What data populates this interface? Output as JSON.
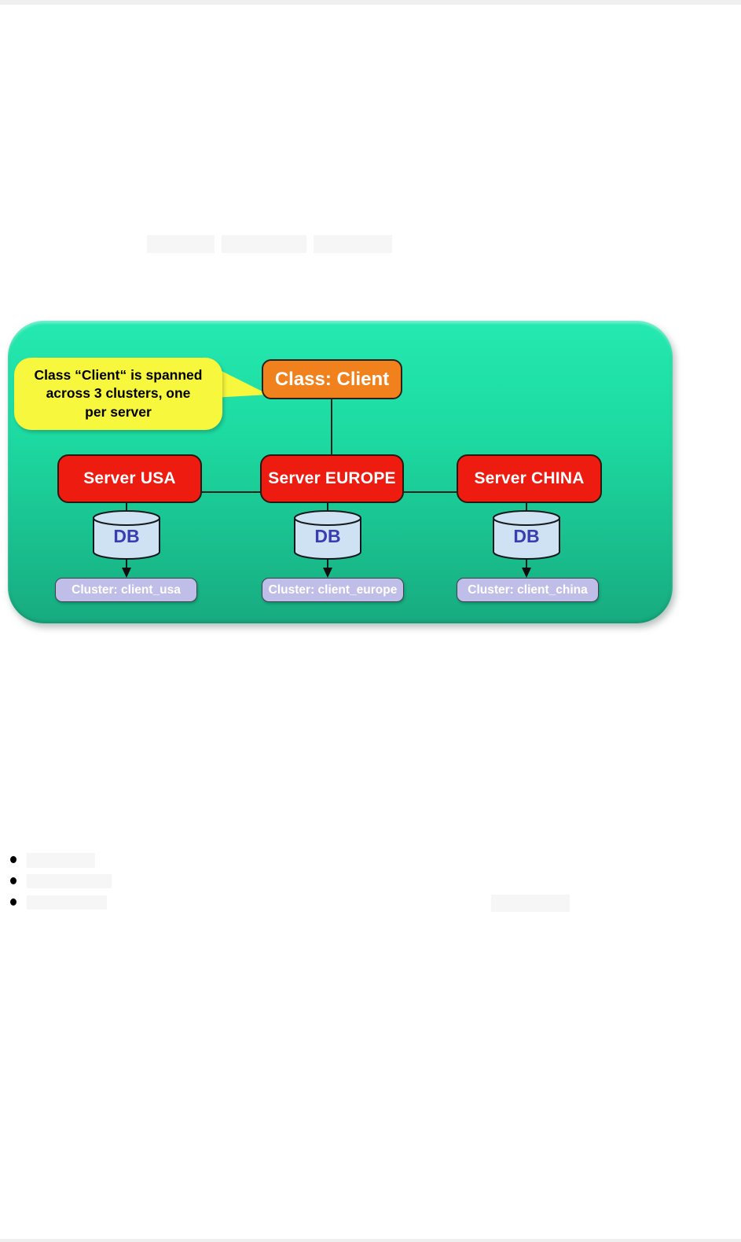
{
  "page": {
    "background": "#ffffff",
    "edge_strip_color": "#efefef",
    "placeholder_color": "#f6f6f6"
  },
  "diagram": {
    "bg_top": "#24e9b0",
    "bg_bottom": "#17ab80",
    "callout": {
      "bg": "#f7f73d",
      "line1_prefix": "Class “",
      "line1_bold": "Client",
      "line1_suffix": "“ is spanned",
      "line2": "across 3 clusters, one",
      "line3": "per server"
    },
    "class_node": {
      "label": "Class: Client",
      "bg": "#f0811d"
    },
    "server_bg": "#ee1b10",
    "db_fill": "#cfe2f3",
    "db_text_color": "#3b3bb2",
    "cluster_bg": "#bebee9",
    "servers": [
      {
        "label": "Server USA",
        "db_label": "DB",
        "cluster_label": "Cluster: client_usa"
      },
      {
        "label": "Server EUROPE",
        "db_label": "DB",
        "cluster_label": "Cluster: client_europe"
      },
      {
        "label": "Server CHINA",
        "db_label": "DB",
        "cluster_label": "Cluster: client_china"
      }
    ]
  }
}
